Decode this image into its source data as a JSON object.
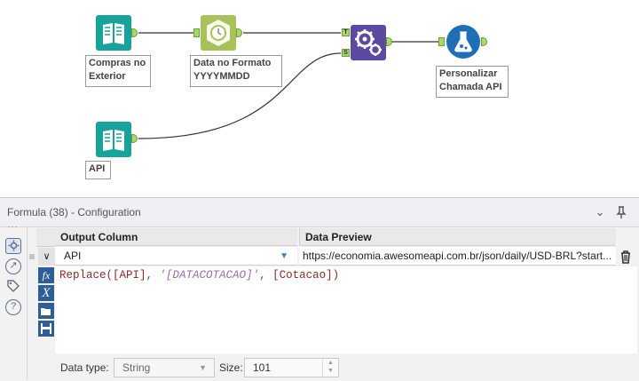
{
  "workflow": {
    "tools": {
      "compras": {
        "label": "Compras no\nExterior",
        "icon": "book-input-icon"
      },
      "data_formato": {
        "label": "Data no Formato\nYYYYMMDD",
        "icon": "datetime-icon"
      },
      "formula": {
        "icon": "formula-gears-icon",
        "anchor_t": "T",
        "anchor_s": "S"
      },
      "personalizar": {
        "label": "Personalizar\nChamada API",
        "icon": "flask-icon"
      },
      "api": {
        "label": "API",
        "icon": "book-input-icon"
      }
    }
  },
  "panel": {
    "title": "Formula (38) - Configuration",
    "collapse_glyph": "⌄",
    "pin_glyph": "⊥"
  },
  "grid": {
    "col_output": "Output Column",
    "col_preview": "Data Preview",
    "row": {
      "output_value": "API",
      "preview_value": "https://economia.awesomeapi.com.br/json/daily/USD-BRL?start..."
    }
  },
  "expression": {
    "fn": "Replace(",
    "arg1": "[API]",
    "sep1": ", ",
    "arg2": "'[DATACOTACAO]'",
    "sep2": ", ",
    "arg3": "[Cotacao]",
    "close": ")"
  },
  "footer": {
    "datatype_label": "Data type:",
    "datatype_value": "String",
    "size_label": "Size:",
    "size_value": "101"
  },
  "colors": {
    "input_tool": "#17a39a",
    "datetime_tool": "#a9c15a",
    "formula_tool": "#5a4aa0",
    "api_tool": "#1e6fb6",
    "anchor": "#a6d86a"
  }
}
